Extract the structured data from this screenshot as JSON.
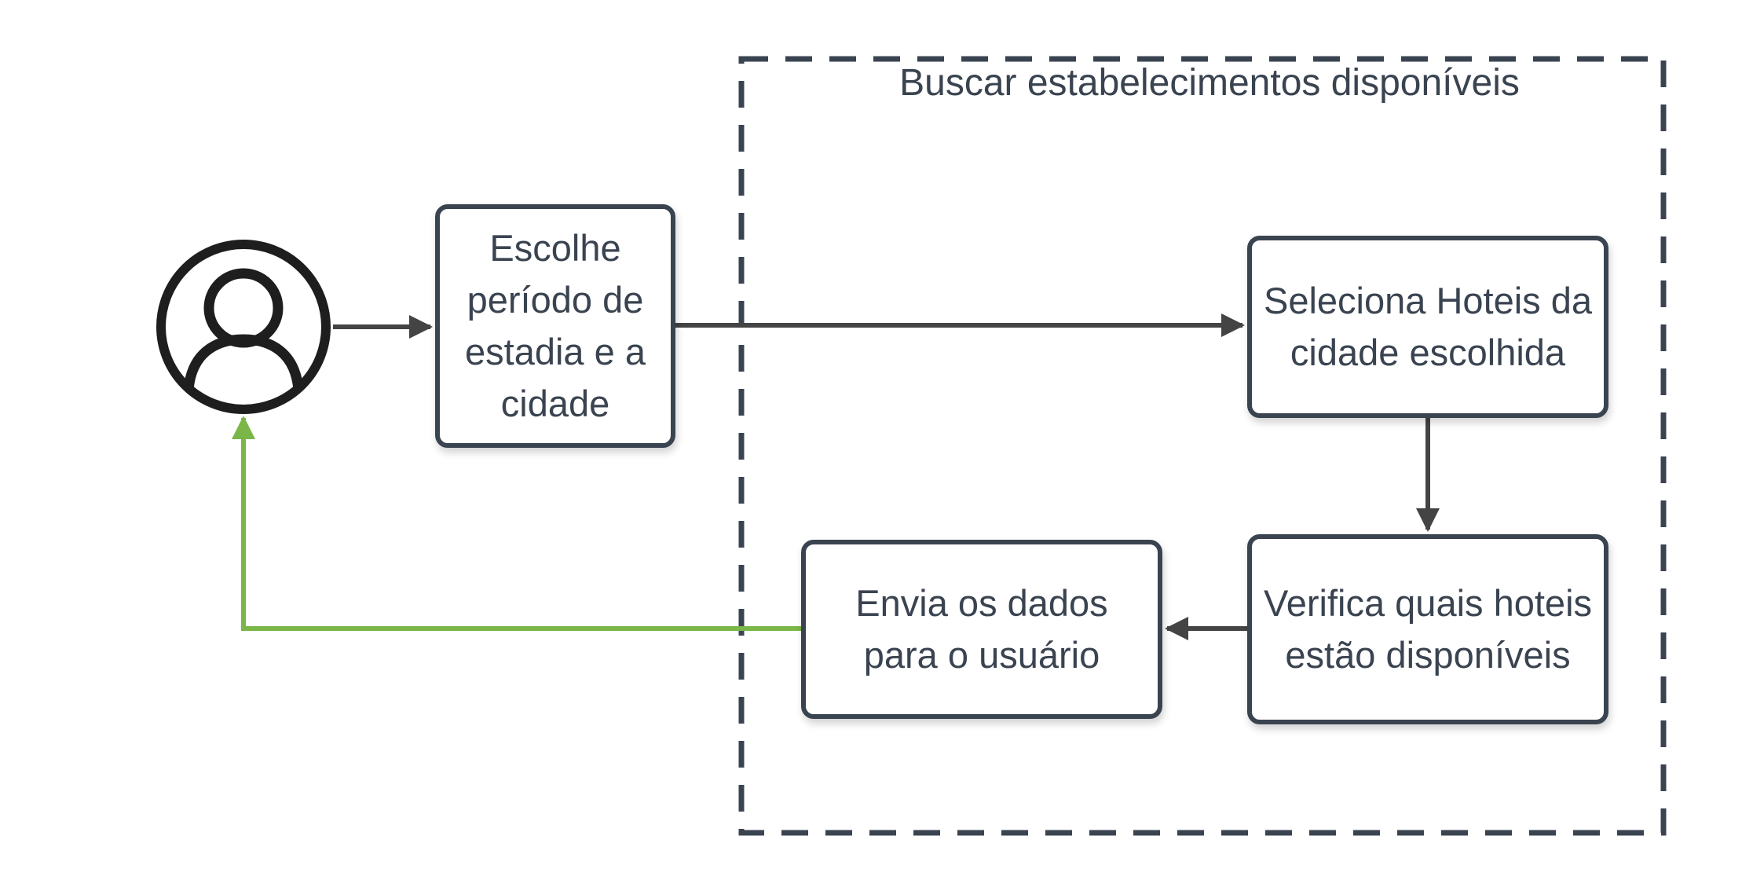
{
  "diagram": {
    "group": {
      "title": "Buscar estabelecimentos disponíveis"
    },
    "nodes": {
      "user": {
        "icon": "user-icon"
      },
      "choose": {
        "label": "Escolhe período de estadia e a cidade"
      },
      "select": {
        "label": "Seleciona Hoteis da cidade escolhida"
      },
      "verify": {
        "label": "Verifica quais hoteis estão disponíveis"
      },
      "send": {
        "label": "Envia os dados para o usuário"
      }
    },
    "edges": [
      {
        "from": "user",
        "to": "choose",
        "color": "#444444"
      },
      {
        "from": "choose",
        "to": "select",
        "color": "#444444"
      },
      {
        "from": "select",
        "to": "verify",
        "color": "#444444"
      },
      {
        "from": "verify",
        "to": "send",
        "color": "#444444"
      },
      {
        "from": "send",
        "to": "user",
        "color": "#7ab648"
      }
    ],
    "colors": {
      "box_border": "#3a4350",
      "text": "#3a4350",
      "arrow": "#444444",
      "return_arrow": "#7ab648",
      "icon": "#1e1e1e"
    }
  }
}
